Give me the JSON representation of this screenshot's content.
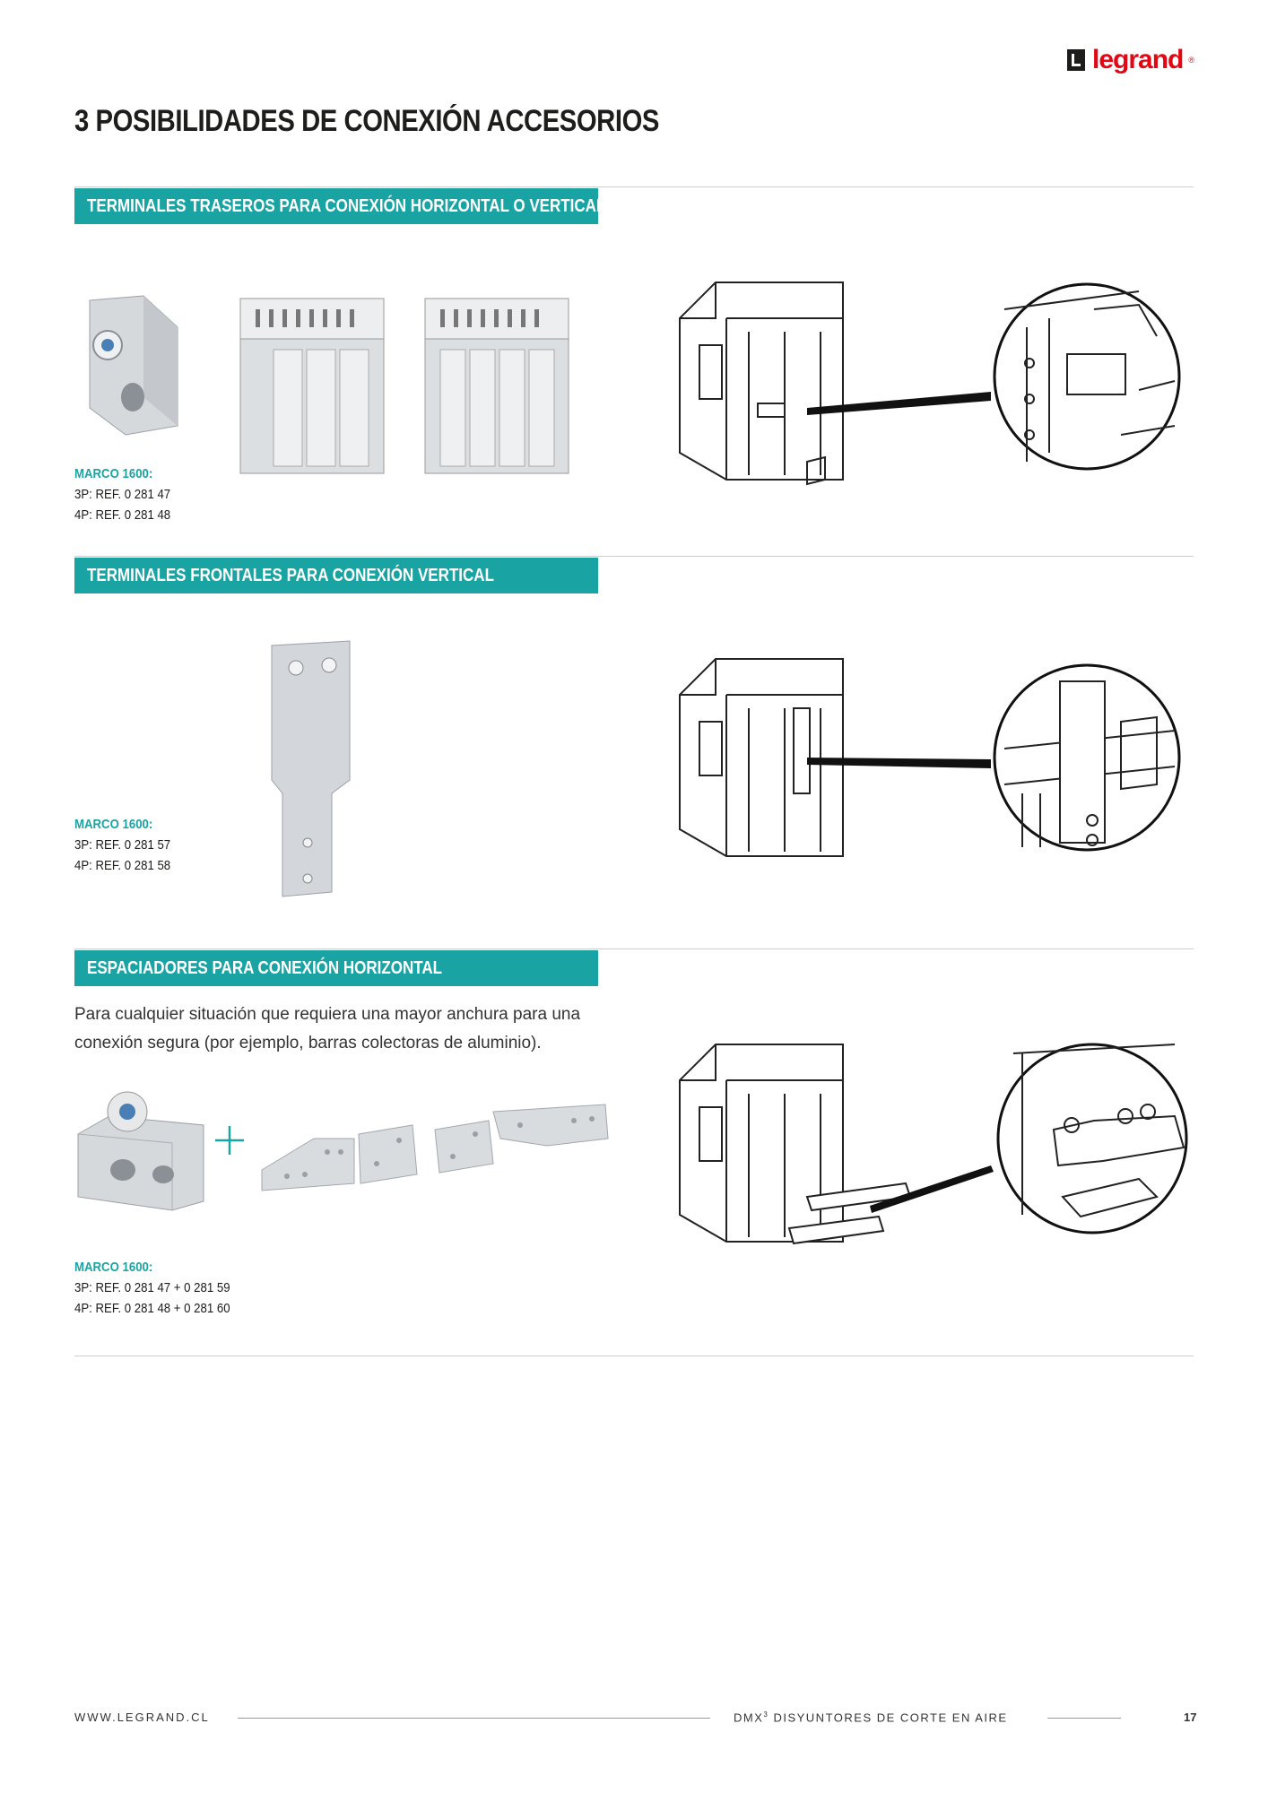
{
  "brand": {
    "name": "legrand",
    "reg": "®",
    "color": "#e30613"
  },
  "page_title": "3 POSIBILIDADES DE CONEXIÓN ACCESORIOS",
  "accent_color": "#1aa3a3",
  "sections": [
    {
      "title": "TERMINALES TRASEROS PARA CONEXIÓN HORIZONTAL O VERTICAL",
      "refs": {
        "label": "MARCO 1600:",
        "lines": [
          "3P: REF. 0 281 47",
          "4P: REF. 0 281 48"
        ]
      }
    },
    {
      "title": "TERMINALES FRONTALES PARA CONEXIÓN VERTICAL",
      "refs": {
        "label": "MARCO 1600:",
        "lines": [
          "3P: REF. 0 281 57",
          "4P: REF. 0 281 58"
        ]
      }
    },
    {
      "title": "ESPACIADORES PARA CONEXIÓN HORIZONTAL",
      "description": "Para cualquier situación que requiera una mayor anchura para una conexión segura (por ejemplo, barras colectoras de aluminio).",
      "refs": {
        "label": "MARCO 1600:",
        "lines": [
          "3P: REF. 0 281 47 + 0 281 59",
          "4P: REF. 0 281 48 + 0 281 60"
        ]
      }
    }
  ],
  "footer": {
    "website": "WWW.LEGRAND.CL",
    "doc_prefix": "DMX",
    "doc_sup": "3",
    "doc_title": " DISYUNTORES DE CORTE EN AIRE",
    "page_number": "17"
  }
}
